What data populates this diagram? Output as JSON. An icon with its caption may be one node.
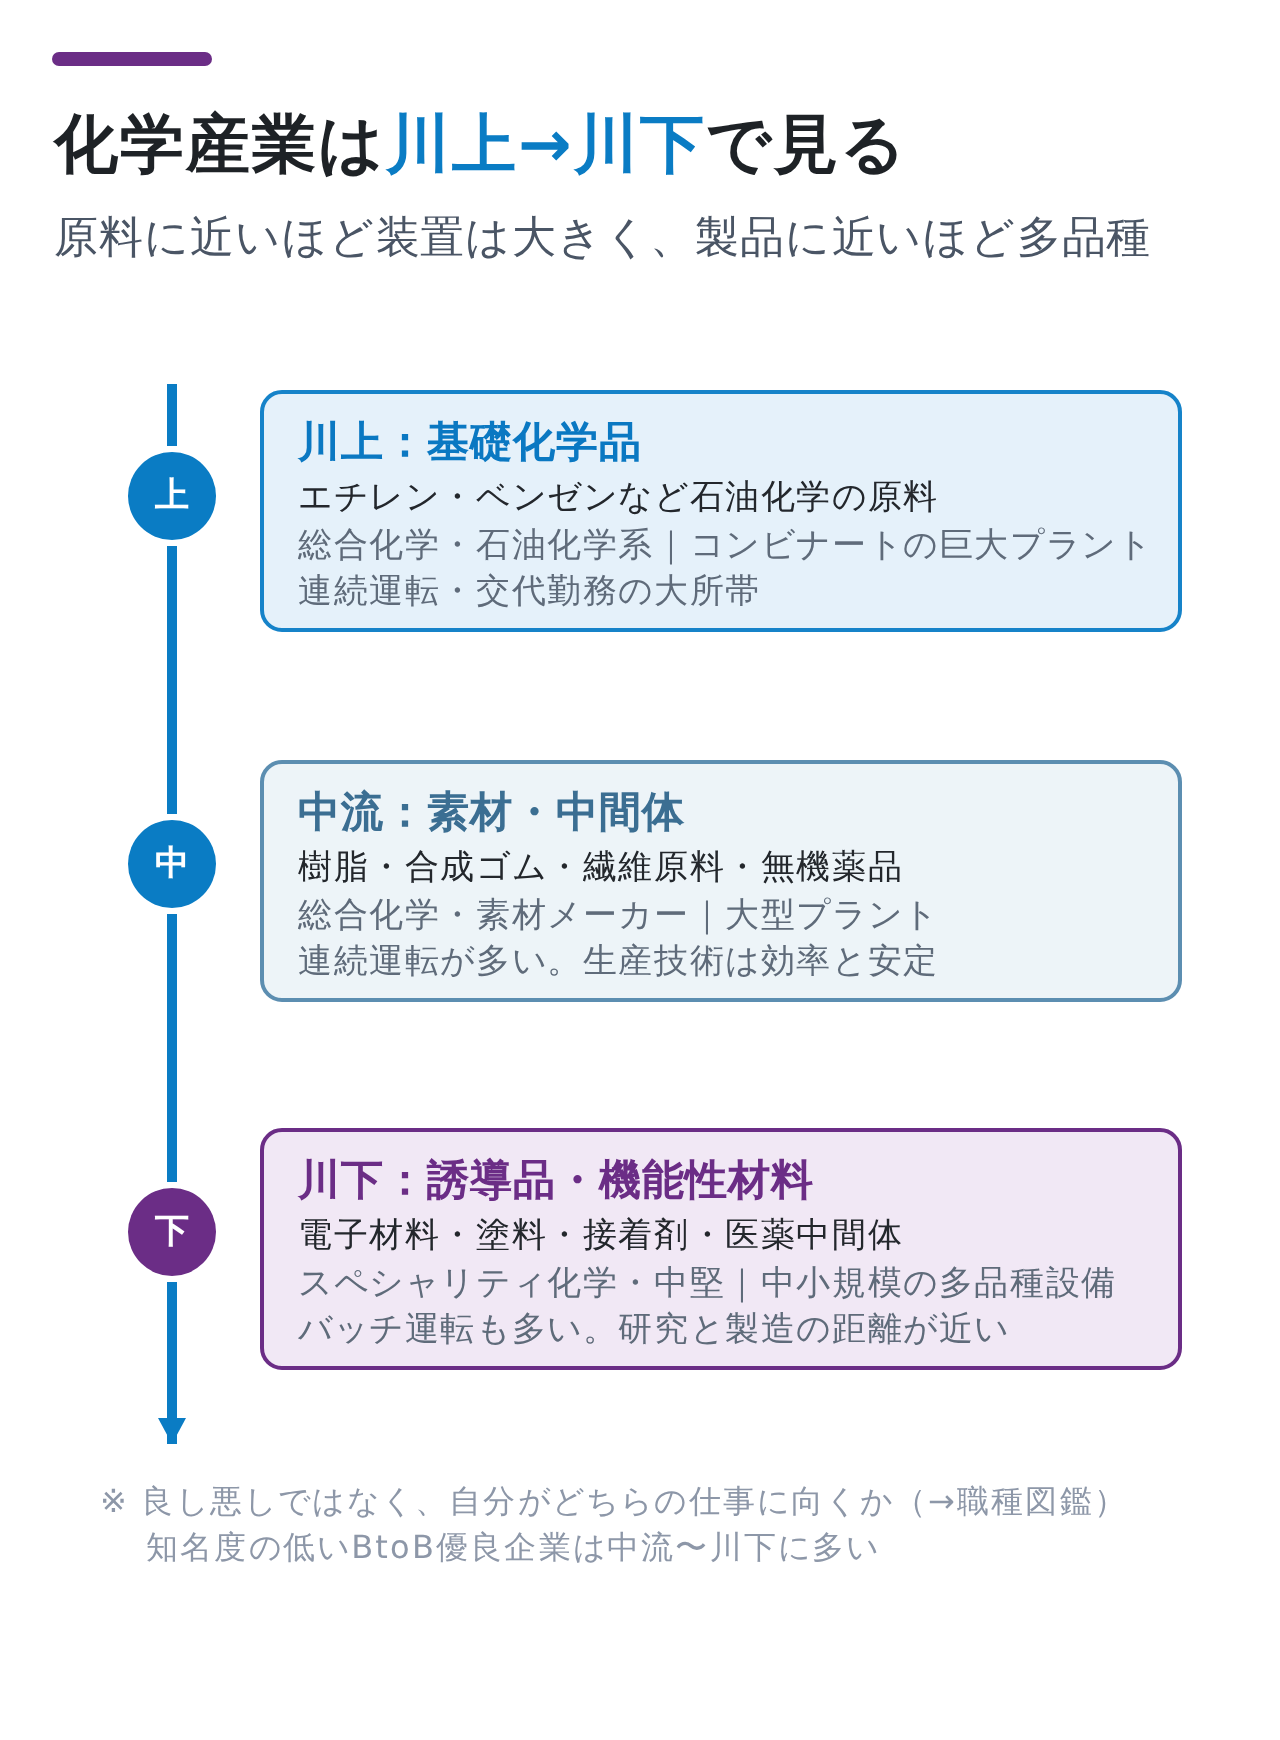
{
  "diagram": {
    "title": "化学産業は**川上→川下**で見る",
    "nodes": [
      {
        "text": [
          "上"
        ]
      },
      {
        "text": [
          "川上：基礎化学品",
          "エチレン・ベンゼンなど石油化学の原料",
          "総合化学・石油化学系｜コンビナートの巨大プラント",
          "連続運転・交代勤務の大所帯"
        ]
      },
      {
        "text": [
          "中"
        ]
      },
      {
        "text": [
          "中流：素材・中間体",
          "樹脂・合成ゴム・繊維原料・無機薬品",
          "総合化学・素材メーカー｜大型プラント",
          "連続運転が多い。生産技術は効率と安定"
        ]
      },
      {
        "text": [
          "下"
        ]
      },
      {
        "text": [
          "川下：誘導品・機能性材料",
          "電子材料・塗料・接着剤・医薬中間体",
          "スペシャリティ化学・中堅｜中小規模の多品種設備",
          "バッチ運転も多い。研究と製造の距離が近い"
        ]
      }
    ],
    "edges": [
      {
        "from": null,
        "to": 0,
        "arrow": "none"
      },
      {
        "from": 0,
        "to": 2,
        "arrow": "none"
      },
      {
        "from": 2,
        "to": 4,
        "arrow": "none"
      },
      {
        "from": 4,
        "to": null,
        "arrow": "to"
      }
    ],
    "labels": [
      "原料に近いほど装置は大きく、製品に近いほど多品種",
      "※ 良し悪しではなく、自分がどちらの仕事に向くか（→職種図鑑）",
      "知名度の低いBtoB優良企業は中流〜川下に多い"
    ]
  }
}
